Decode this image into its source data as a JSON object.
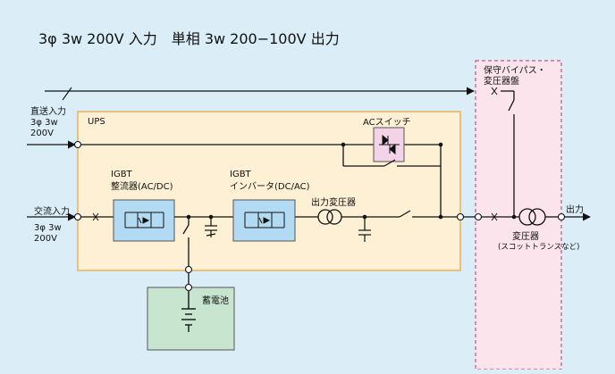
{
  "title": "3φ 3w 200V 入力　単相 3w 200−100V 出力",
  "ups_label": "UPS",
  "bypass_input": {
    "line1": "直送入力",
    "line2": "3φ 3w",
    "line3": "200V"
  },
  "ac_input": {
    "line1": "交流入力",
    "line2": "3φ 3w",
    "line3": "200V"
  },
  "rectifier": {
    "line1": "IGBT",
    "line2": "整流器(AC/DC)"
  },
  "inverter": {
    "line1": "IGBT",
    "line2": "インバータ(DC/AC)"
  },
  "output_transformer": "出力変圧器",
  "ac_switch": "ACスイッチ",
  "battery": "蓄電池",
  "panel": {
    "line1": "保守バイパス・",
    "line2": "変圧器盤"
  },
  "transformer": {
    "line1": "変圧器",
    "line2": "(スコットトランスなど)"
  },
  "output": "出力",
  "colors": {
    "background": "#dbeef7",
    "ups_box": "#fdf0d4",
    "ups_border": "#e6a23c",
    "converter_box": "#b3daf3",
    "ac_switch_box": "#f3d3e8",
    "battery_box": "#c8e6cf",
    "panel_box": "#fbe4ec",
    "panel_border": "#c8537e"
  }
}
